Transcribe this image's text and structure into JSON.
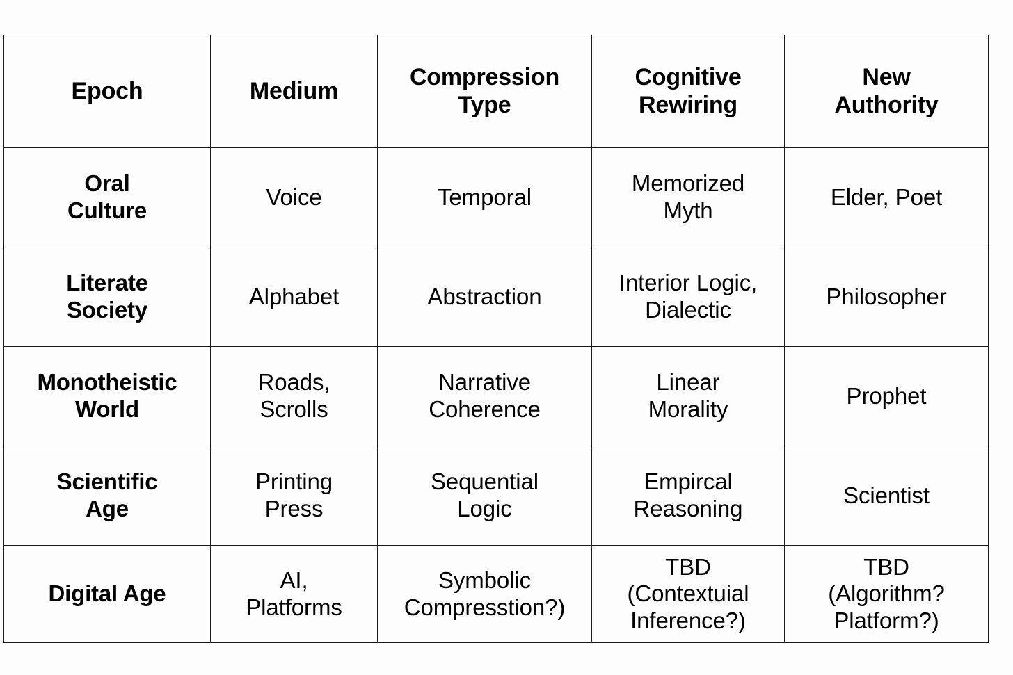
{
  "table": {
    "columns": [
      {
        "id": "epoch",
        "label": "Epoch",
        "label_lines": [
          "Epoch"
        ]
      },
      {
        "id": "medium",
        "label": "Medium",
        "label_lines": [
          "Medium"
        ]
      },
      {
        "id": "compression_type",
        "label": "Compression Type",
        "label_lines": [
          "Compression",
          "Type"
        ]
      },
      {
        "id": "cognitive_rewiring",
        "label": "Cognitive Rewiring",
        "label_lines": [
          "Cognitive",
          "Rewiring"
        ]
      },
      {
        "id": "new_authority",
        "label": "New Authority",
        "label_lines": [
          "New",
          "Authority"
        ]
      }
    ],
    "rows": [
      {
        "epoch": {
          "text": "Oral Culture",
          "lines": [
            "Oral",
            "Culture"
          ]
        },
        "medium": {
          "text": "Voice",
          "lines": [
            "Voice"
          ]
        },
        "compression_type": {
          "text": "Temporal",
          "lines": [
            "Temporal"
          ]
        },
        "cognitive_rewiring": {
          "text": "Memorized Myth",
          "lines": [
            "Memorized",
            "Myth"
          ]
        },
        "new_authority": {
          "text": "Elder, Poet",
          "lines": [
            "Elder, Poet"
          ]
        }
      },
      {
        "epoch": {
          "text": "Literate Society",
          "lines": [
            "Literate",
            "Society"
          ]
        },
        "medium": {
          "text": "Alphabet",
          "lines": [
            "Alphabet"
          ]
        },
        "compression_type": {
          "text": "Abstraction",
          "lines": [
            "Abstraction"
          ]
        },
        "cognitive_rewiring": {
          "text": "Interior Logic, Dialectic",
          "lines": [
            "Interior Logic,",
            "Dialectic"
          ]
        },
        "new_authority": {
          "text": "Philosopher",
          "lines": [
            "Philosopher"
          ]
        }
      },
      {
        "epoch": {
          "text": "Monotheistic World",
          "lines": [
            "Monotheistic",
            "World"
          ]
        },
        "medium": {
          "text": "Roads, Scrolls",
          "lines": [
            "Roads,",
            "Scrolls"
          ]
        },
        "compression_type": {
          "text": "Narrative Coherence",
          "lines": [
            "Narrative",
            "Coherence"
          ]
        },
        "cognitive_rewiring": {
          "text": "Linear Morality",
          "lines": [
            "Linear",
            "Morality"
          ]
        },
        "new_authority": {
          "text": "Prophet",
          "lines": [
            "Prophet"
          ]
        }
      },
      {
        "epoch": {
          "text": "Scientific Age",
          "lines": [
            "Scientific",
            "Age"
          ]
        },
        "medium": {
          "text": "Printing Press",
          "lines": [
            "Printing",
            "Press"
          ]
        },
        "compression_type": {
          "text": "Sequential Logic",
          "lines": [
            "Sequential",
            "Logic"
          ]
        },
        "cognitive_rewiring": {
          "text": "Empircal Reasoning",
          "lines": [
            "Empircal",
            "Reasoning"
          ]
        },
        "new_authority": {
          "text": "Scientist",
          "lines": [
            "Scientist"
          ]
        }
      },
      {
        "epoch": {
          "text": "Digital Age",
          "lines": [
            "Digital Age"
          ]
        },
        "medium": {
          "text": "AI, Platforms",
          "lines": [
            "AI,",
            "Platforms"
          ]
        },
        "compression_type": {
          "text": "Symbolic Compresstion?)",
          "lines": [
            "Symbolic",
            "Compresstion?)"
          ]
        },
        "cognitive_rewiring": {
          "text": "TBD (Contextuial Inference?)",
          "lines": [
            "TBD",
            "(Contextuial",
            "Inference?)"
          ]
        },
        "new_authority": {
          "text": "TBD (Algorithm? Platform?)",
          "lines": [
            "TBD",
            "(Algorithm?",
            "Platform?)"
          ]
        }
      }
    ]
  },
  "colors": {
    "background": "#fdfdfd",
    "border": "#1a1a1a",
    "text": "#000000"
  }
}
